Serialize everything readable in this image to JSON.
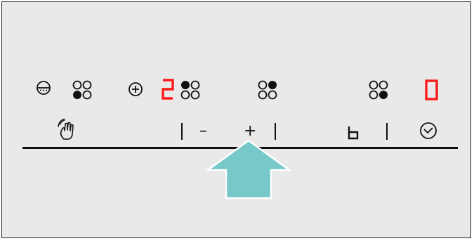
{
  "display": {
    "zone_2_power_level": "2",
    "timer_display": "0"
  },
  "controls": {
    "minus_label": "–",
    "plus_label": "+",
    "b_label": "b"
  },
  "colors": {
    "panel_background": "#e9e9e9",
    "foreground": "#111111",
    "display_red": "#ff1a1a",
    "arrow_fill": "#77c9c9"
  },
  "icons": {
    "zone_1_symbol": "zone-front-left-indicator",
    "zone_2_symbol": "zone-rear-left-indicator",
    "zone_3_symbol": "zone-rear-right-indicator",
    "zone_4_symbol": "zone-front-right-indicator",
    "main_switch": "power-icon",
    "extra_zone": "zone-plus-icon",
    "wipe_protect": "hand-touch-icon",
    "timer": "clock-icon",
    "highlight": "up-arrow-icon"
  }
}
